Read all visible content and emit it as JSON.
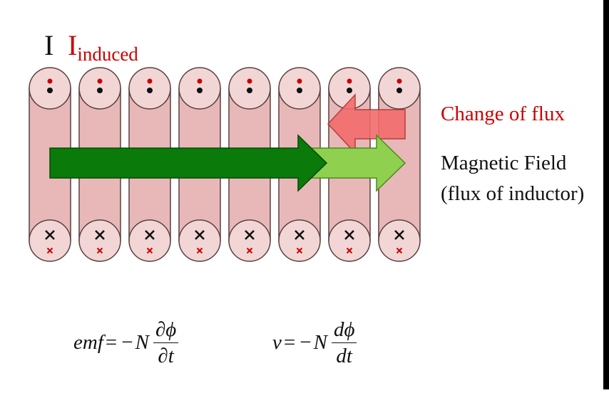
{
  "labels": {
    "current": "I",
    "induced_main": "I",
    "induced_sub": "induced",
    "change_of_flux": "Change of flux",
    "magnetic_field_line1": "Magnetic Field",
    "magnetic_field_line2": "(flux of inductor)"
  },
  "equations": {
    "emf": {
      "lhs": "emf",
      "eq": "=",
      "minus": "−",
      "coef": "N",
      "numerator": "∂ϕ",
      "denominator": "∂t"
    },
    "voltage": {
      "lhs": "v",
      "eq": "=",
      "minus": "−",
      "coef": "N",
      "numerator": "dϕ",
      "denominator": "dt"
    }
  },
  "coil": {
    "turn_count": 8,
    "top_symbol": "dot",
    "bottom_symbol": "cross"
  },
  "colors": {
    "coil_fill": "#e8b8b8",
    "coil_circle_fill": "#f2d6d6",
    "coil_stroke": "#5a4040",
    "primary_symbol": "#111111",
    "induced_symbol": "#cc0000",
    "induced_label": "#cc0000",
    "flux_arrow": "#f26c6c",
    "field_arrow": "#0a7a0a",
    "field_arrow_extension": "#8fd14f"
  }
}
